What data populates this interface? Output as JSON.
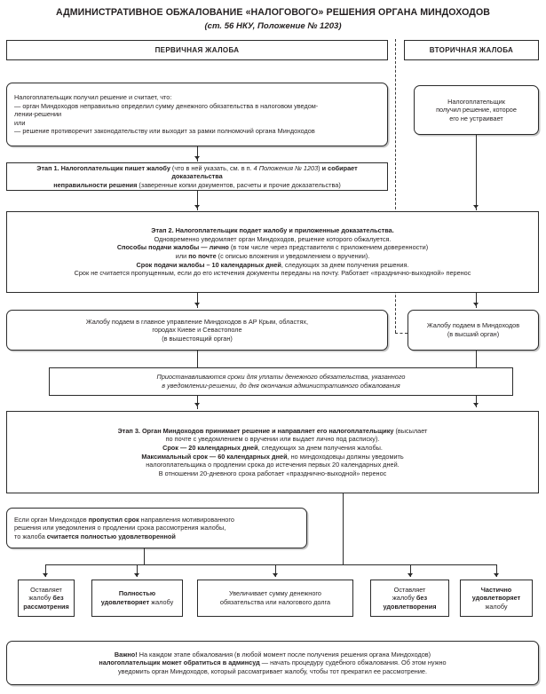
{
  "title": {
    "main": "АДМИНИСТРАТИВНОЕ ОБЖАЛОВАНИЕ «НАЛОГОВОГО» РЕШЕНИЯ ОРГАНА МИНДОХОДОВ",
    "sub": "(ст. 56 НКУ, Положение № 1203)"
  },
  "columns": {
    "primary_header": "ПЕРВИЧНАЯ ЖАЛОБА",
    "secondary_header": "ВТОРИЧНАЯ ЖАЛОБА"
  },
  "nodes": {
    "primary_start": {
      "line1": "Налогоплательщик получил решение и считает, что:",
      "line2": "— орган Миндоходов неправильно определил сумму денежного обязательства в налоговом уведом-",
      "line3": "лении-решении",
      "line4": "или",
      "line5": "— решение противоречит законодательству или выходит за рамки полномочий органа Миндоходов"
    },
    "secondary_start": {
      "line1": "Налогоплательщик",
      "line2": "получил решение, которое",
      "line3": "его не устраивает"
    },
    "stage1": {
      "b1": "Этап 1. Налогоплательщик пишет жалобу",
      "t1": " (что в ней указать, см. в п. ",
      "i1": "4 Положения № 1203",
      "t2": ") ",
      "b2": "и собирает доказательства",
      "b3": "неправильности решения",
      "t3": " (заверенные копии документов, расчеты и прочие доказательства)"
    },
    "stage2": {
      "l1b": "Этап 2. Налогоплательщик подает жалобу и приложенные доказательства.",
      "l2": "Одновременно уведомляет орган Миндоходов, решение которого обжалуется.",
      "l3b1": "Способы подачи жалобы — лично",
      "l3t": " (в том числе через представителя с приложением доверенности)",
      "l4t1": "или ",
      "l4b": "по почте",
      "l4t2": " (с описью вложения и уведомлением о вручении).",
      "l5b": "Срок подачи жалобы – 10 календарных дней",
      "l5t": ", следующих за днем получения решения.",
      "l6": "Срок не считается пропущенным, если до его истечения документы переданы на почту. Работает «празднично-выходной» перенос"
    },
    "primary_file": {
      "line1": "Жалобу подаем в главное управление Миндоходов в АР Крым, областях,",
      "line2": "городах Киеве и Севастополе",
      "line3": "(в вышестоящий орган)"
    },
    "secondary_file": {
      "line1": "Жалобу подаем в Миндоходов",
      "line2": "(в высший орган)"
    },
    "suspension": {
      "line1": "Приостанавливаются сроки для уплаты денежного обязательства, указанного",
      "line2": "в уведомлении-решении, до дня окончания административного обжалования"
    },
    "stage3": {
      "l1b": "Этап 3. Орган Миндоходов принимает решение и направляет его налогоплательщику",
      "l1t": " (высылает",
      "l2": "по почте с уведомлением о вручении или выдает лично под расписку).",
      "l3b": "Срок — 20 календарных дней",
      "l3t": ", следующих за днем получения жалобы.",
      "l4b": "Максимальный срок — 60 календарных дней",
      "l4t": ", но миндоходовцы должны уведомить",
      "l5": "налогоплательщика о продлении срока до истечения первых 20 календарных дней.",
      "l6": "В отношении 20-дневного срока работает «празднично-выходной» перенос"
    },
    "missed_deadline": {
      "l1t1": "Если орган Миндоходов ",
      "l1b": "пропустил срок",
      "l1t2": " направления мотивированного",
      "l2": "решения или уведомления о продлении срока рассмотрения жалобы,",
      "l3t": "то жалоба ",
      "l3b": "считается полностью удовлетворенной"
    },
    "important": {
      "b1": "Важно!",
      "t1": " На каждом этапе обжалования (в любой момент после получения решения органа Миндоходов)",
      "b2": "налогоплательщик может обратиться в админсуд",
      "t2": " — начать процедуру судебного обжалования. Об этом нужно",
      "t3": "уведомить орган Миндоходов, который рассматривает жалобу, чтобы тот прекратил ее рассмотрение."
    }
  },
  "outcomes": [
    {
      "t1": "Оставляет",
      "t2": "жалобу ",
      "b2": "без",
      "b3": "рассмотрения"
    },
    {
      "b1": "Полностью",
      "b2": "удовлетворяет",
      "t2": " жалобу"
    },
    {
      "t1": "Увеличивает сумму денежного",
      "t2": "обязательства или налогового долга"
    },
    {
      "t1": "Оставляет",
      "t2": "жалобу ",
      "b2": "без",
      "b3": "удовлетворения"
    },
    {
      "b1": "Частично",
      "b2": "удовлетворяет",
      "t2": "жалобу"
    }
  ]
}
